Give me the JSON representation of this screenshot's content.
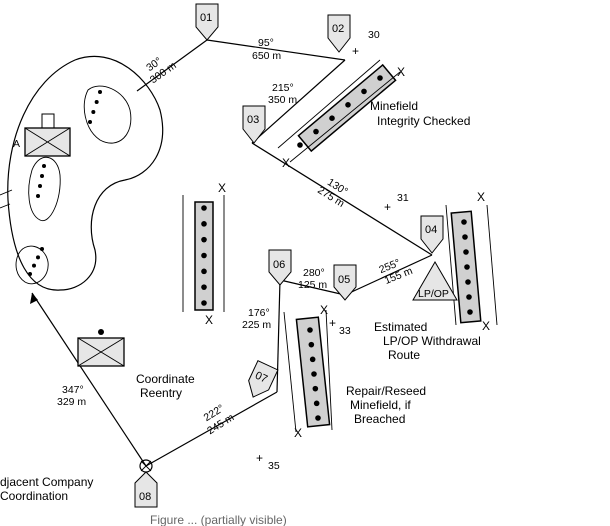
{
  "waypoints": [
    {
      "id": "wp01",
      "label": "01"
    },
    {
      "id": "wp02",
      "label": "02"
    },
    {
      "id": "wp03",
      "label": "03"
    },
    {
      "id": "wp04",
      "label": "04"
    },
    {
      "id": "wp05",
      "label": "05"
    },
    {
      "id": "wp06",
      "label": "06"
    },
    {
      "id": "wp07",
      "label": "07"
    },
    {
      "id": "wp08",
      "label": "08"
    }
  ],
  "legs": [
    {
      "from": "08",
      "to": "A",
      "bearing": "347°",
      "distance": "329 m"
    },
    {
      "from": "A",
      "to": "01",
      "bearing": "30°",
      "distance": "300 m"
    },
    {
      "from": "01",
      "to": "02",
      "bearing": "95°",
      "distance": "650 m"
    },
    {
      "from": "02",
      "to": "03",
      "bearing": "215°",
      "distance": "350 m"
    },
    {
      "from": "03",
      "to": "04",
      "bearing": "130°",
      "distance": "275 m"
    },
    {
      "from": "04",
      "to": "05",
      "bearing": "255°",
      "distance": "155 m"
    },
    {
      "from": "05",
      "to": "06",
      "bearing": "280°",
      "distance": "125 m"
    },
    {
      "from": "06",
      "to": "07",
      "bearing": "176°",
      "distance": "225 m"
    },
    {
      "from": "07",
      "to": "08",
      "bearing": "222°",
      "distance": "245 m"
    }
  ],
  "grid_points": [
    "30",
    "31",
    "33",
    "35"
  ],
  "notes": {
    "minefield_checked_line1": "Minefield",
    "minefield_checked_line2": "Integrity Checked",
    "lpop_line1": "Estimated",
    "lpop_line2": "LP/OP Withdrawal",
    "lpop_line3": "Route",
    "lpop_marker": "LP/OP",
    "coordinate_line1": "Coordinate",
    "coordinate_line2": "Reentry",
    "repair_line1": "Repair/Reseed",
    "repair_line2": "Minefield, if",
    "repair_line3": "Breached",
    "adjacent_line1": "djacent Company",
    "adjacent_line2": "Coordination",
    "unit_label": "A",
    "x_mark": "X"
  },
  "caption": "Figure ... (partially visible)"
}
